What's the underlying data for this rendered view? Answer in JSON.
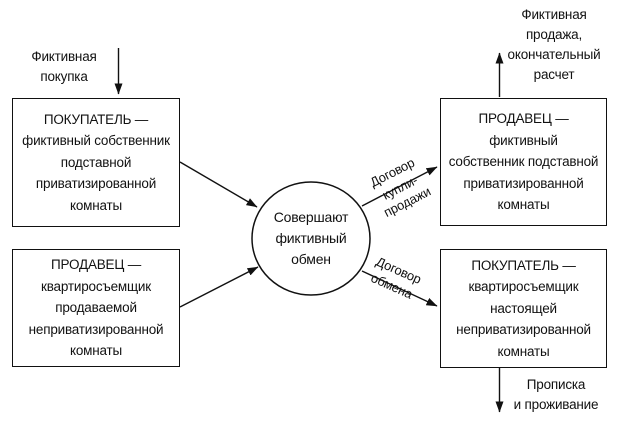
{
  "nodes": {
    "buyer_left": {
      "label": "ПОКУПАТЕЛЬ —\nфиктивный собственник\nподставной\nприватизированной\nкомнаты"
    },
    "seller_left": {
      "label": "ПРОДАВЕЦ —\nквартиросъемщик\nпродаваемой\nнеприватизированной\nкомнаты"
    },
    "exchange_circle": {
      "label": "Совершают\nфиктивный\nобмен"
    },
    "seller_right": {
      "label": "ПРОДАВЕЦ —\nфиктивный\nсобственник подставной\nприватизированной\nкомнаты"
    },
    "buyer_right": {
      "label": "ПОКУПАТЕЛЬ —\nквартиросъемщик\nнастоящей\nнеприватизированной\nкомнаты"
    }
  },
  "annotations": {
    "fictitious_purchase": "Фиктивная\nпокупка",
    "fictitious_sale": "Фиктивная\nпродажа,\nокончательный\nрасчет",
    "sale_contract": "Договор\nкупли-\nпродажи",
    "exchange_contract": "Договор\nобмена",
    "registration": "Прописка\nи проживание"
  },
  "colors": {
    "line": "#111111",
    "background": "#ffffff",
    "text": "#111111"
  }
}
